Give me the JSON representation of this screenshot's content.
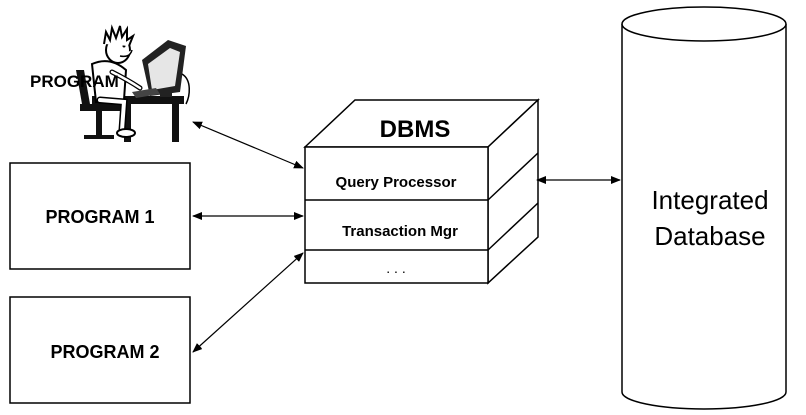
{
  "user_program": {
    "label": "PROGRAM"
  },
  "program_1": {
    "label": "PROGRAM 1"
  },
  "program_2": {
    "label": "PROGRAM 2"
  },
  "dbms": {
    "title": "DBMS",
    "layers": [
      "Query Processor",
      "Transaction Mgr",
      ". . ."
    ]
  },
  "database": {
    "line1": "Integrated",
    "line2": "Database"
  },
  "icons": {
    "user": "person-at-computer-icon"
  }
}
